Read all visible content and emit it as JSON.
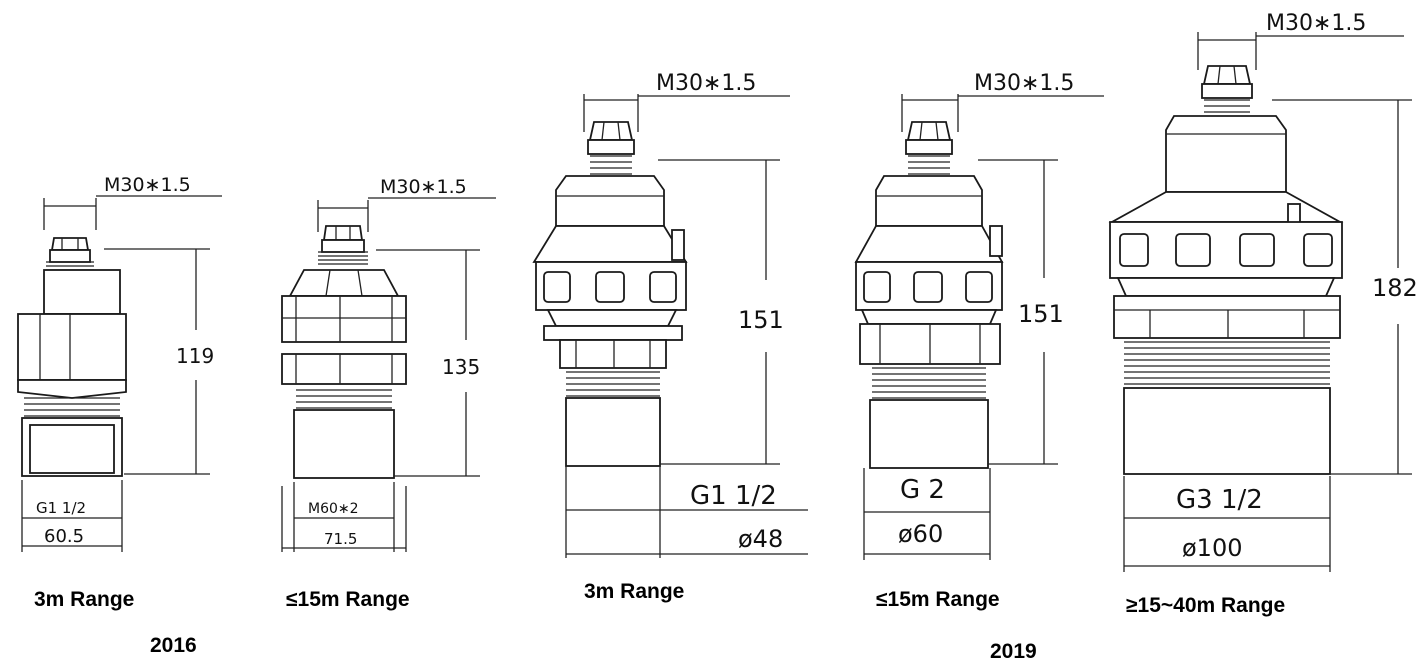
{
  "diagrams": [
    {
      "top_thread": "M30∗1.5",
      "height": "119",
      "thread": "G1 1/2",
      "diameter": "60.5",
      "caption": "3m Range"
    },
    {
      "top_thread": "M30∗1.5",
      "height": "135",
      "thread": "M60∗2",
      "diameter": "71.5",
      "caption": "≤15m Range"
    },
    {
      "top_thread": "M30∗1.5",
      "height": "151",
      "thread": "G1  1/2",
      "diameter": "ø48",
      "caption": "3m Range"
    },
    {
      "top_thread": "M30∗1.5",
      "height": "151",
      "thread": "G  2",
      "diameter": "ø60",
      "caption": "≤15m Range"
    },
    {
      "top_thread": "M30∗1.5",
      "height": "182",
      "thread": "G3  1/2",
      "diameter": "ø100",
      "caption": "≥15~40m Range"
    }
  ],
  "years": [
    "2016",
    "2019"
  ]
}
